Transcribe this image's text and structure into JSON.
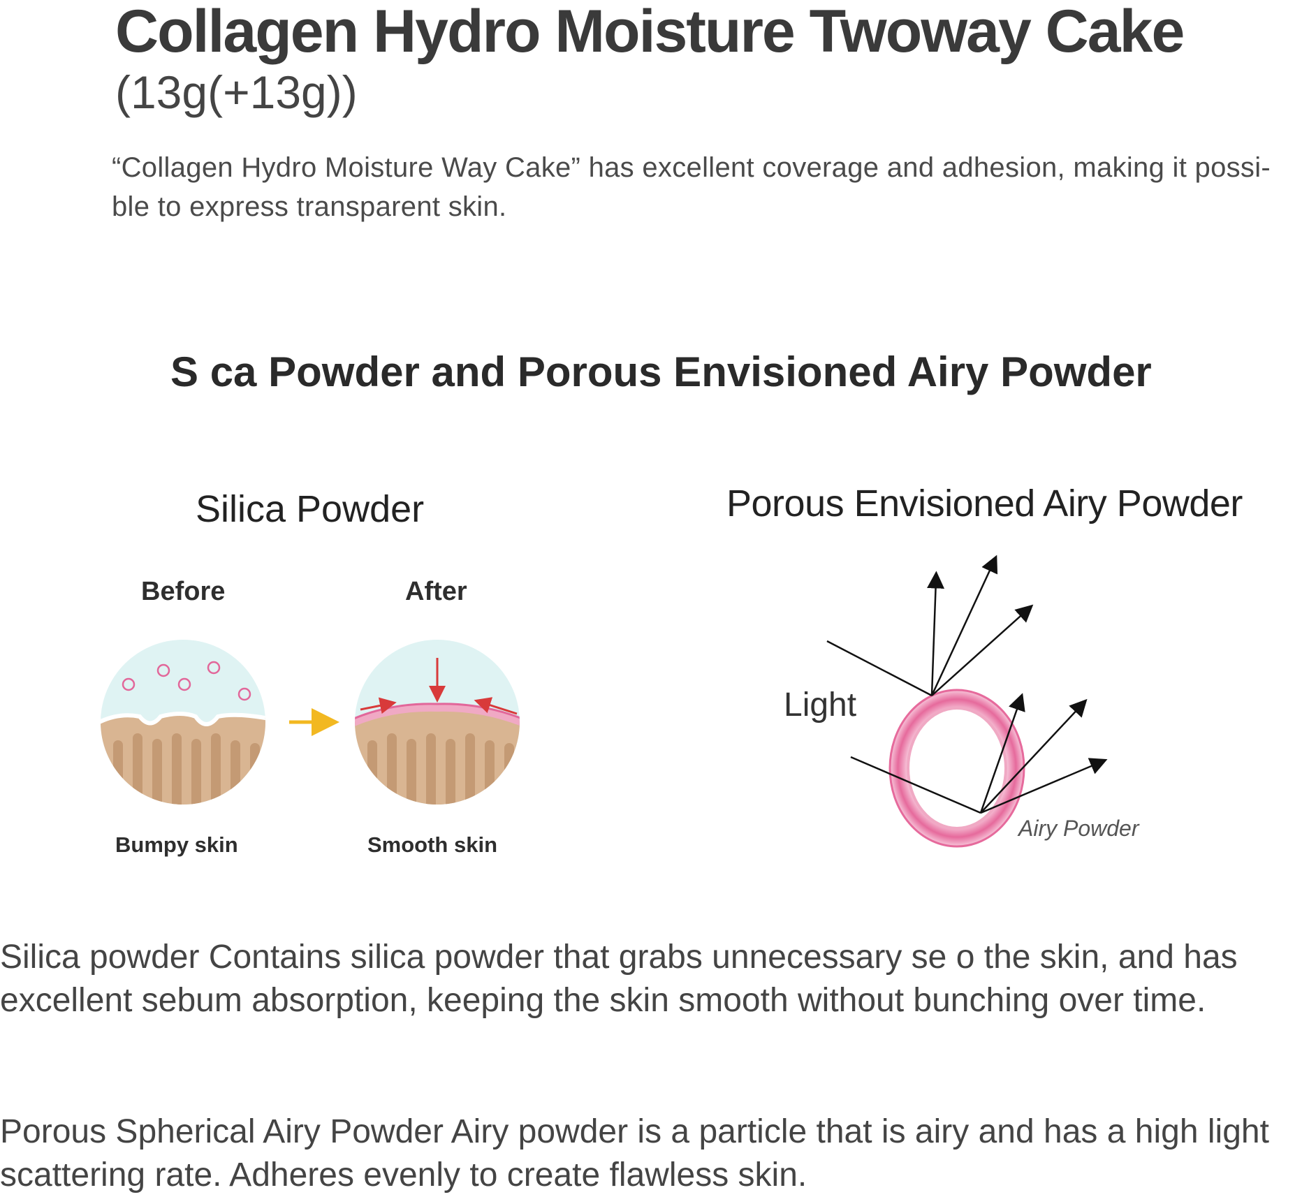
{
  "product": {
    "title": "Collagen Hydro Moisture Twoway Cake",
    "size": "(13g(+13g))",
    "description": "“Collagen Hydro Moisture Way Cake” has excellent coverage and adhesion, making it possi-ble to express transparent skin."
  },
  "section": {
    "heading": "S   ca Powder and Porous Envisioned Airy Powder"
  },
  "silica_diagram": {
    "heading": "Silica Powder",
    "before_label": "Before",
    "after_label": "After",
    "before_caption": "Bumpy skin",
    "after_caption": "Smooth skin",
    "colors": {
      "dome": "#dff3f3",
      "skin": "#d9b592",
      "skin_dark": "#b98e68",
      "sebum": "#e2679a",
      "arrow_red": "#d83a3a",
      "arrow_yellow": "#f2b821"
    }
  },
  "airy_diagram": {
    "heading": "Porous Envisioned Airy Powder",
    "light_label": "Light",
    "particle_label": "Airy Powder",
    "colors": {
      "ring": "#e66a9c",
      "ring_light": "#f7c6da",
      "rays": "#111111"
    }
  },
  "paragraphs": [
    "Silica powder    Contains silica powder that grabs unnecessary se           o    the skin, and has excellent sebum absorption, keeping the skin smooth without bunching over time.",
    "Porous Spherical Airy Powder    Airy powder is a particle that is airy and has a high light scattering rate. Adheres evenly to create flawless skin."
  ]
}
